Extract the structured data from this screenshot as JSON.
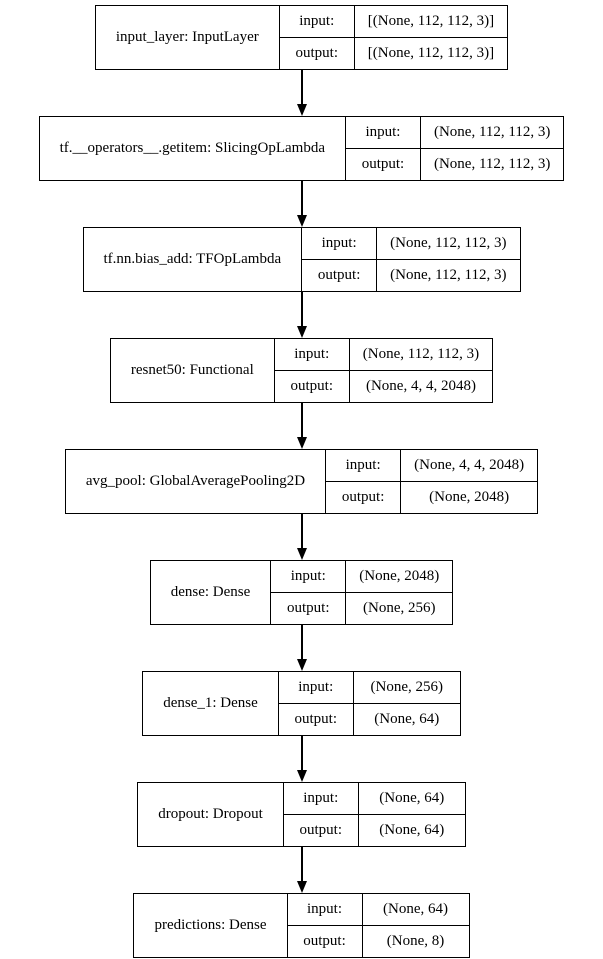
{
  "diagram": {
    "kind": "keras-model-architecture-plot",
    "colors": {
      "background": "#ffffff",
      "border": "#000000",
      "text": "#000000",
      "arrow": "#000000"
    },
    "nodes": [
      {
        "name": "input_layer: InputLayer",
        "input_label": "input:",
        "output_label": "output:",
        "input_shape": "[(None, 112, 112, 3)]",
        "output_shape": "[(None, 112, 112, 3)]"
      },
      {
        "name": "tf.__operators__.getitem: SlicingOpLambda",
        "input_label": "input:",
        "output_label": "output:",
        "input_shape": "(None, 112, 112, 3)",
        "output_shape": "(None, 112, 112, 3)"
      },
      {
        "name": "tf.nn.bias_add: TFOpLambda",
        "input_label": "input:",
        "output_label": "output:",
        "input_shape": "(None, 112, 112, 3)",
        "output_shape": "(None, 112, 112, 3)"
      },
      {
        "name": "resnet50: Functional",
        "input_label": "input:",
        "output_label": "output:",
        "input_shape": "(None, 112, 112, 3)",
        "output_shape": "(None, 4, 4, 2048)"
      },
      {
        "name": "avg_pool: GlobalAveragePooling2D",
        "input_label": "input:",
        "output_label": "output:",
        "input_shape": "(None, 4, 4, 2048)",
        "output_shape": "(None, 2048)"
      },
      {
        "name": "dense: Dense",
        "input_label": "input:",
        "output_label": "output:",
        "input_shape": "(None, 2048)",
        "output_shape": "(None, 256)"
      },
      {
        "name": "dense_1: Dense",
        "input_label": "input:",
        "output_label": "output:",
        "input_shape": "(None, 256)",
        "output_shape": "(None, 64)"
      },
      {
        "name": "dropout: Dropout",
        "input_label": "input:",
        "output_label": "output:",
        "input_shape": "(None, 64)",
        "output_shape": "(None, 64)"
      },
      {
        "name": "predictions: Dense",
        "input_label": "input:",
        "output_label": "output:",
        "input_shape": "(None, 64)",
        "output_shape": "(None, 8)"
      }
    ]
  }
}
